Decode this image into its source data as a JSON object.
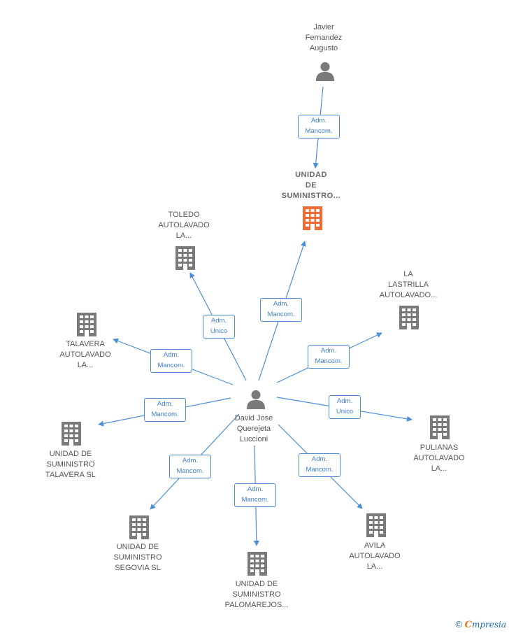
{
  "nodes": {
    "javier": {
      "label": "Javier\nFernandez\nAugusto",
      "kind": "person"
    },
    "unidad_main": {
      "label": "UNIDAD\nDE\nSUMINISTRO...",
      "kind": "company-main"
    },
    "toledo": {
      "label": "TOLEDO\nAUTOLAVADO\nLA...",
      "kind": "company"
    },
    "lastrilla": {
      "label": "LA\nLASTRILLA\nAUTOLAVADO...",
      "kind": "company"
    },
    "talavera_auto": {
      "label": "TALAVERA\nAUTOLAVADO\nLA...",
      "kind": "company"
    },
    "david": {
      "label": "David Jose\nQuerejeta\nLuccioni",
      "kind": "person"
    },
    "unidad_talavera": {
      "label": "UNIDAD DE\nSUMINISTRO\nTALAVERA  SL",
      "kind": "company"
    },
    "pulianas": {
      "label": "PULIANAS\nAUTOLAVADO\nLA...",
      "kind": "company"
    },
    "unidad_segovia": {
      "label": "UNIDAD DE\nSUMINISTRO\nSEGOVIA  SL",
      "kind": "company"
    },
    "unidad_palomarejos": {
      "label": "UNIDAD DE\nSUMINISTRO\nPALOMAREJOS...",
      "kind": "company"
    },
    "avila": {
      "label": "AVILA\nAUTOLAVADO\nLA...",
      "kind": "company"
    }
  },
  "edges": {
    "javier_unidad": "Adm.\nMancom.",
    "david_unidad": "Adm.\nMancom.",
    "david_toledo": "Adm.\nUnico",
    "david_lastrilla": "Adm.\nMancom.",
    "david_talavera_auto": "Adm.\nMancom.",
    "david_unidad_talavera": "Adm.\nMancom.",
    "david_pulianas": "Adm.\nUnico",
    "david_segovia": "Adm.\nMancom.",
    "david_palomarejos": "Adm.\nMancom.",
    "david_avila": "Adm.\nMancom."
  },
  "colors": {
    "edge": "#4a8fd8",
    "icon": "#7a7a7a",
    "main_icon": "#f06a35"
  },
  "footer": {
    "copyright": "©",
    "brand_first": "C",
    "brand_rest": "mpresia"
  }
}
